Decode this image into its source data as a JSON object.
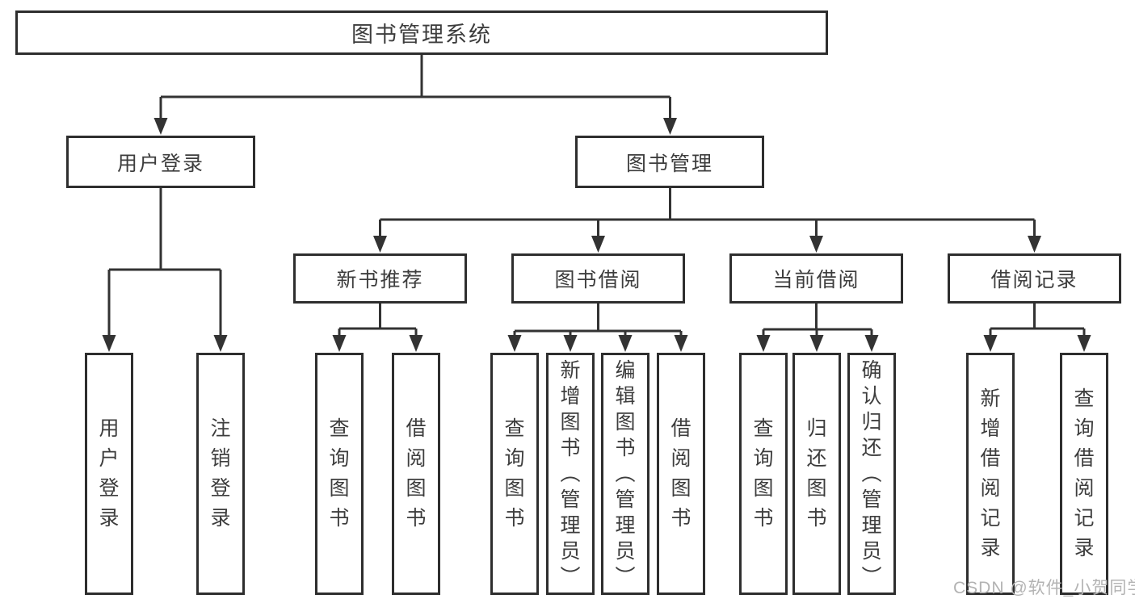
{
  "tree": {
    "label": "图书管理系统",
    "children": [
      {
        "label": "用户登录",
        "children": [
          {
            "label": "用户登录"
          },
          {
            "label": "注销登录"
          }
        ]
      },
      {
        "label": "图书管理",
        "children": [
          {
            "label": "新书推荐",
            "children": [
              {
                "label": "查询图书"
              },
              {
                "label": "借阅图书"
              }
            ]
          },
          {
            "label": "图书借阅",
            "children": [
              {
                "label": "查询图书"
              },
              {
                "label": "新增图书（管理员）"
              },
              {
                "label": "编辑图书（管理员）"
              },
              {
                "label": "借阅图书"
              }
            ]
          },
          {
            "label": "当前借阅",
            "children": [
              {
                "label": "查询图书"
              },
              {
                "label": "归还图书"
              },
              {
                "label": "确认归还（管理员）"
              }
            ]
          },
          {
            "label": "借阅记录",
            "children": [
              {
                "label": "新增借阅记录"
              },
              {
                "label": "查询借阅记录"
              }
            ]
          }
        ]
      }
    ]
  },
  "watermark": "CSDN @软件_小贺同学",
  "colors": {
    "line": "#333333",
    "box_border": "#2e2e2e",
    "text": "#3d3d3d",
    "watermark": "#b3b3b3",
    "background": "#ffffff"
  }
}
